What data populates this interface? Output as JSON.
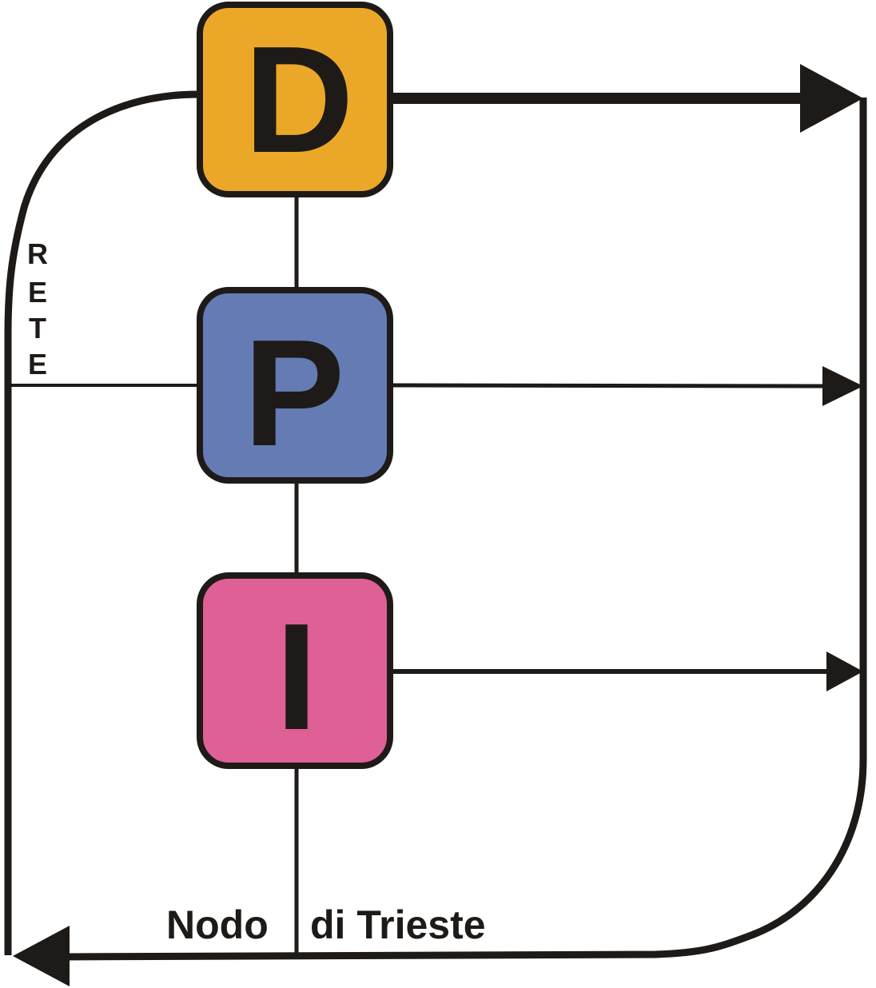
{
  "colors": {
    "line": "#1e1a17",
    "box_d": "#eba828",
    "box_p": "#647bb4",
    "box_i": "#de6095",
    "background": "#ffffff"
  },
  "boxes": [
    {
      "letter": "D",
      "color": "#eba828"
    },
    {
      "letter": "P",
      "color": "#647bb4"
    },
    {
      "letter": "I",
      "color": "#de6095"
    }
  ],
  "labels": {
    "rete": [
      "R",
      "E",
      "T",
      "E"
    ],
    "nodo": "Nodo",
    "di_trieste": "di Trieste"
  }
}
